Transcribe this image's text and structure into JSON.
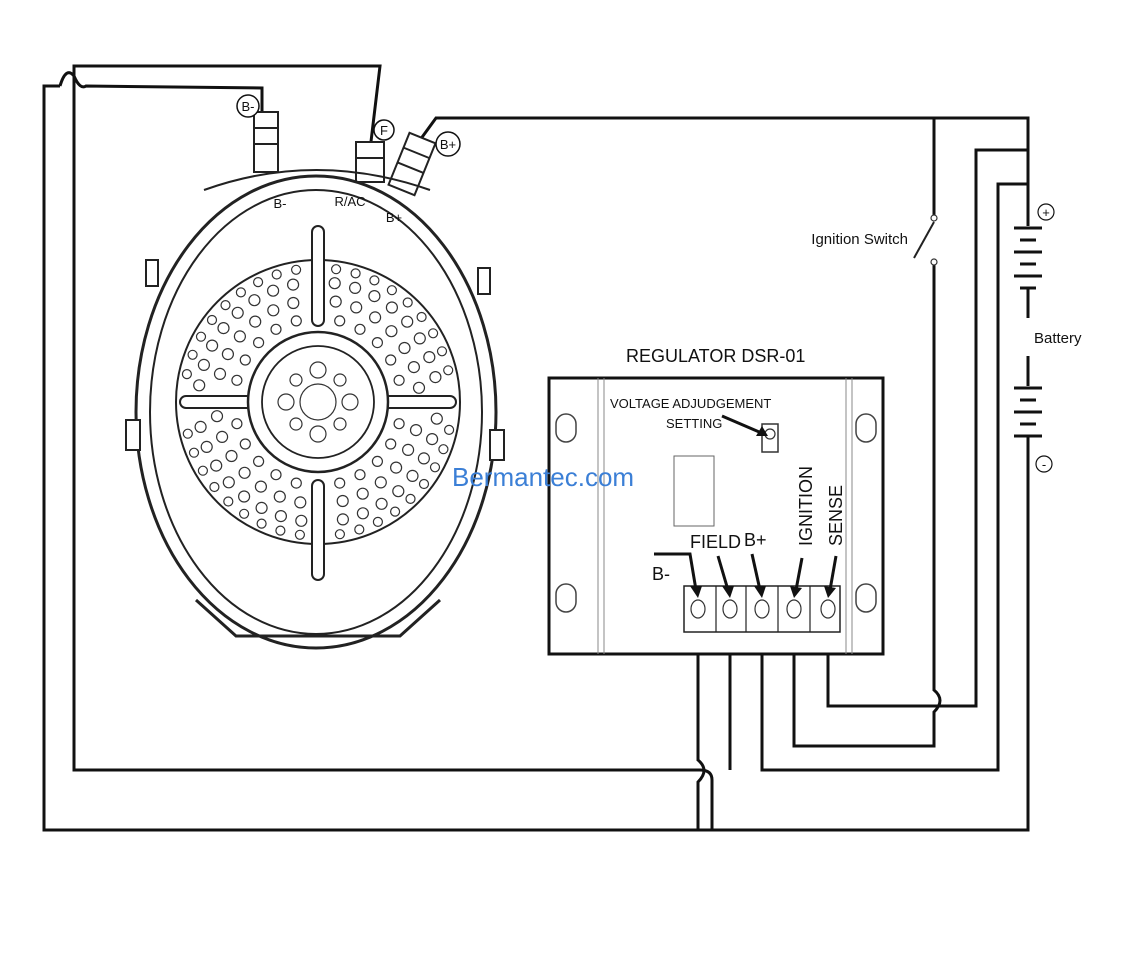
{
  "diagram": {
    "alternator_terminals": {
      "b_minus": "B-",
      "field": "F",
      "b_plus": "B+"
    },
    "alternator_housing_labels": {
      "b_minus": "B-",
      "r_ac": "R/AC",
      "b_plus": "B+"
    },
    "ignition_switch_label": "Ignition Switch",
    "battery_label": "Battery",
    "battery_plus": "+",
    "battery_minus": "-",
    "regulator": {
      "title": "REGULATOR  DSR-01",
      "voltage_setting_line1": "VOLTAGE ADJUDGEMENT",
      "voltage_setting_line2": "SETTING",
      "terminals": {
        "b_minus": "B-",
        "field": "FIELD",
        "b_plus": "B+",
        "ignition": "IGNITION",
        "sense": "SENSE"
      }
    },
    "watermark": "Bermantec.com"
  },
  "colors": {
    "line": "#111111",
    "watermark": "#3b7fd6",
    "background": "#ffffff"
  }
}
